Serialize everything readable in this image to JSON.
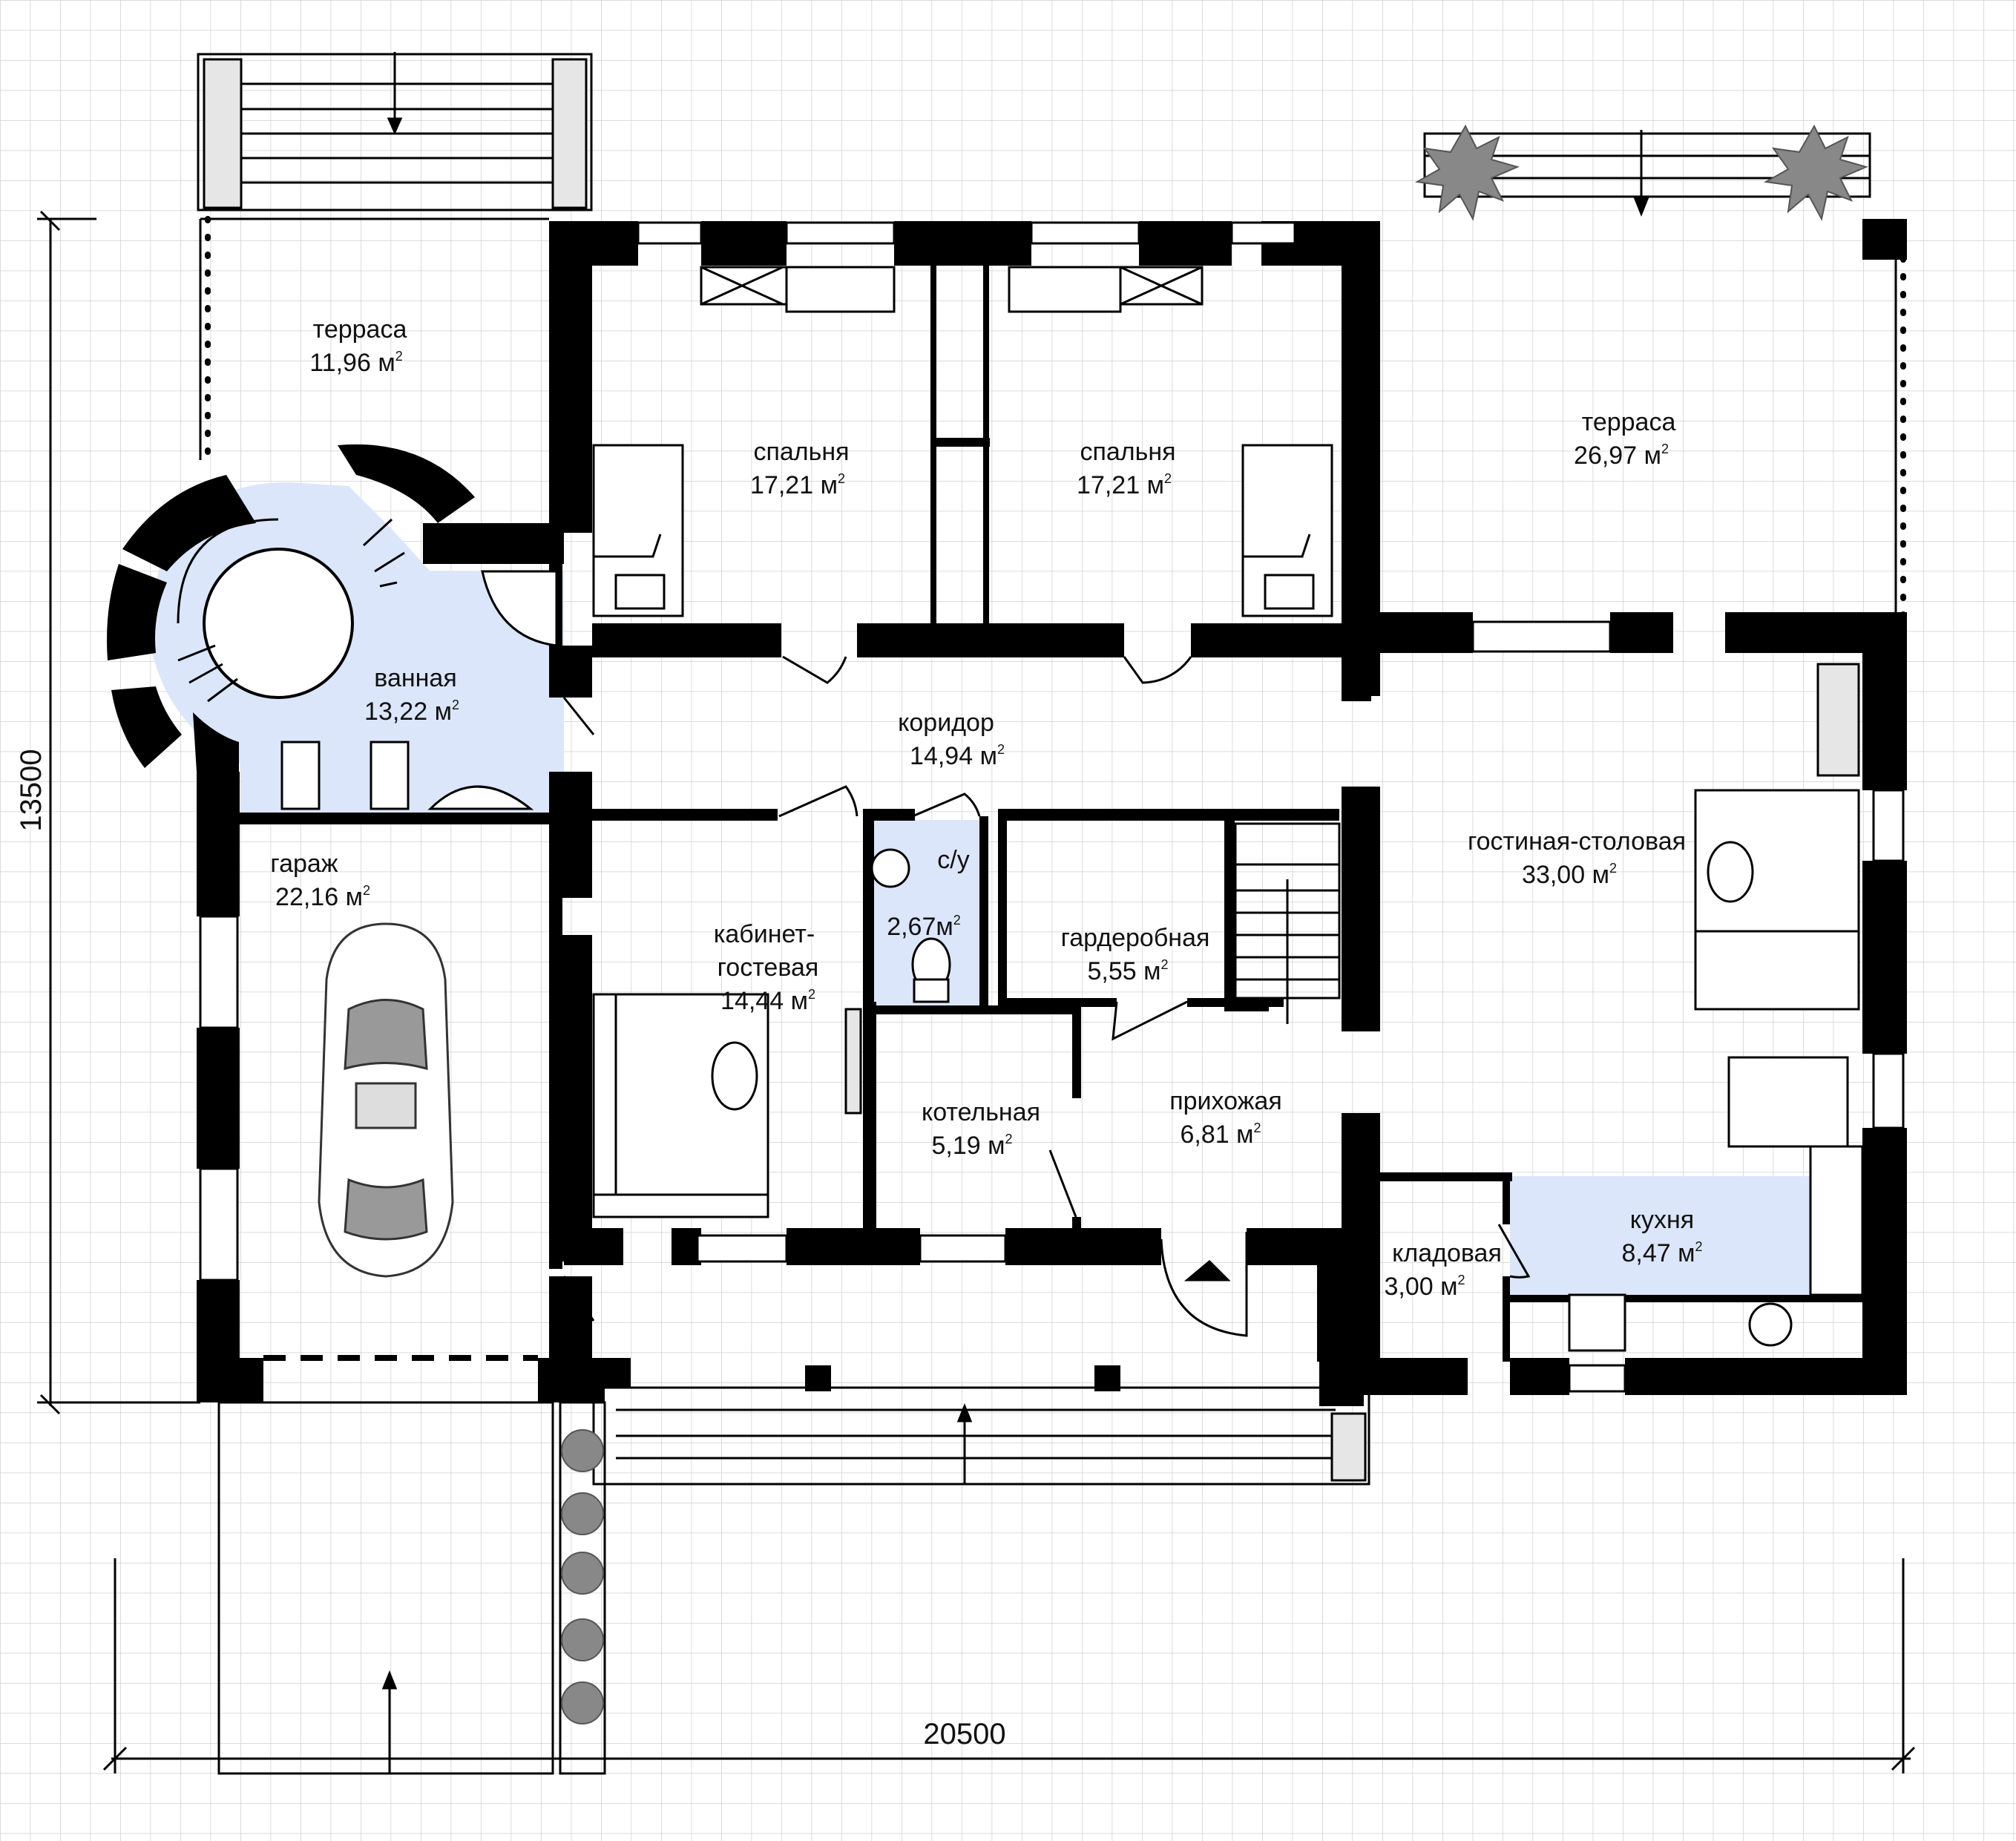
{
  "colors": {
    "wall": "#000000",
    "wet_zone": "#dce6fb",
    "grid": "#d0d0d0",
    "furniture": "#e6e6e6",
    "plant": "#888888"
  },
  "dimensions": {
    "width": "20500",
    "height": "13500"
  },
  "area_unit": "м",
  "rooms": {
    "terrace_left": {
      "name": "терраса",
      "area": "11,96"
    },
    "bedroom_1": {
      "name": "спальня",
      "area": "17,21"
    },
    "bedroom_2": {
      "name": "спальня",
      "area": "17,21"
    },
    "terrace_right": {
      "name": "терраса",
      "area": "26,97"
    },
    "bathroom": {
      "name": "ванная",
      "area": "13,22"
    },
    "corridor": {
      "name": "коридор",
      "area": "14,94"
    },
    "living": {
      "name": "гостиная-столовая",
      "area": "33,00"
    },
    "garage": {
      "name": "гараж",
      "area": "22,16"
    },
    "wc": {
      "name": "с/у",
      "area": "2,67"
    },
    "study": {
      "name_line1": "кабинет-",
      "name_line2": "гостевая",
      "area": "14,44"
    },
    "wardrobe": {
      "name": "гардеробная",
      "area": "5,55"
    },
    "boiler": {
      "name": "котельная",
      "area": "5,19"
    },
    "hall": {
      "name": "прихожая",
      "area": "6,81"
    },
    "pantry": {
      "name": "кладовая",
      "area": "3,00"
    },
    "kitchen": {
      "name": "кухня",
      "area": "8,47"
    }
  }
}
